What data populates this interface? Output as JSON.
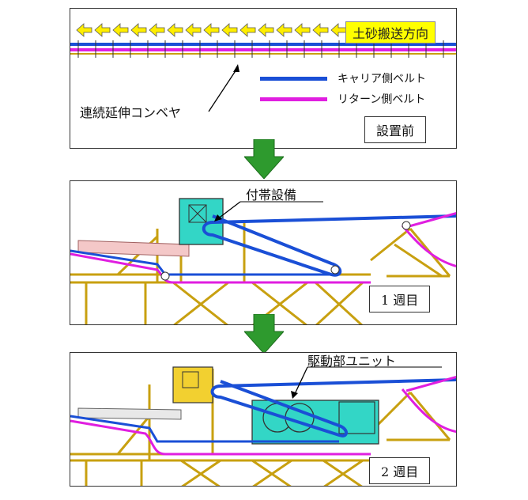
{
  "panel1": {
    "direction_label": "土砂搬送方向",
    "conveyor_label": "連続延伸コンベヤ",
    "legend_carrier": "キャリア側ベルト",
    "legend_return": "リターン側ベルト",
    "stage_label": "設置前"
  },
  "panel2": {
    "callout_label": "付帯設備",
    "stage_label": "1 週目"
  },
  "panel3": {
    "callout_label": "駆動部ユニット",
    "stage_label": "2 週目"
  },
  "colors": {
    "carrier_belt": "#1a4fd6",
    "return_belt": "#e01ee0",
    "frame": "#e8c11a",
    "equipment": "#33d6c6",
    "flow_arrow": "#2e9a2e",
    "direction_arrow": "#ffee00"
  },
  "icons": [
    "left-arrow-icon",
    "down-arrow-icon"
  ]
}
